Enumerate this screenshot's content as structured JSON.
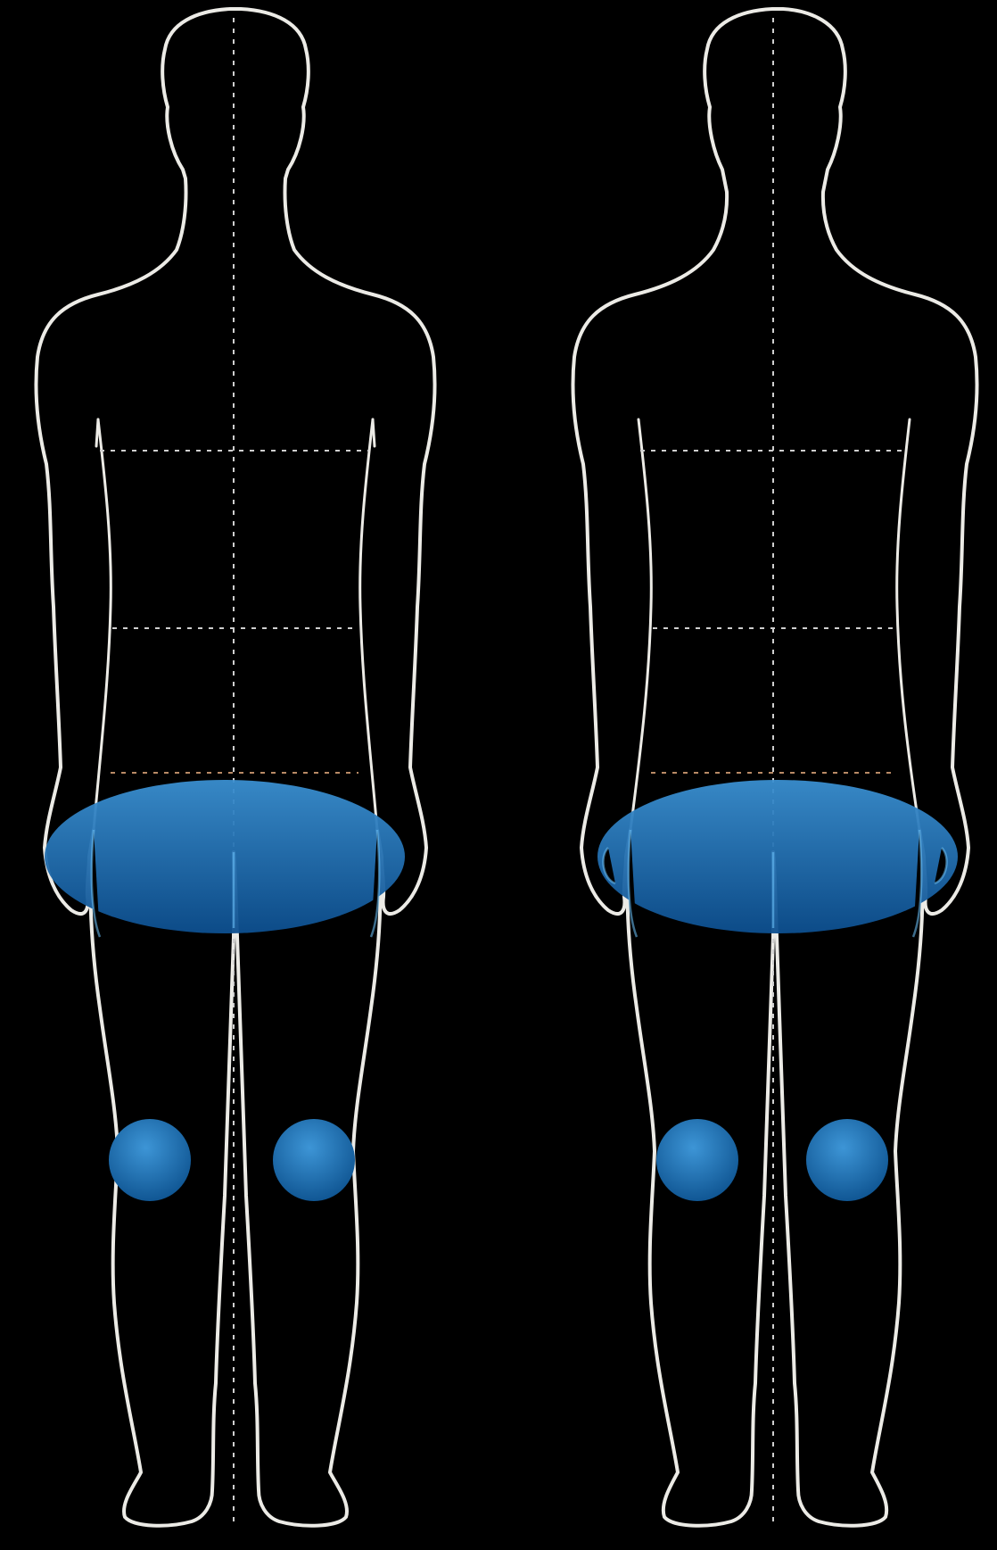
{
  "colors": {
    "background": "#000000",
    "outline": "#ecebe6",
    "guide": "#cfcfcf",
    "highlight_top": "#3a8fd0",
    "highlight_bottom": "#0d4f8f"
  },
  "figures": [
    {
      "view": "front",
      "highlights": [
        "hip-region",
        "left-knee",
        "right-knee"
      ]
    },
    {
      "view": "back",
      "highlights": [
        "hip-region",
        "left-knee",
        "right-knee"
      ]
    }
  ]
}
